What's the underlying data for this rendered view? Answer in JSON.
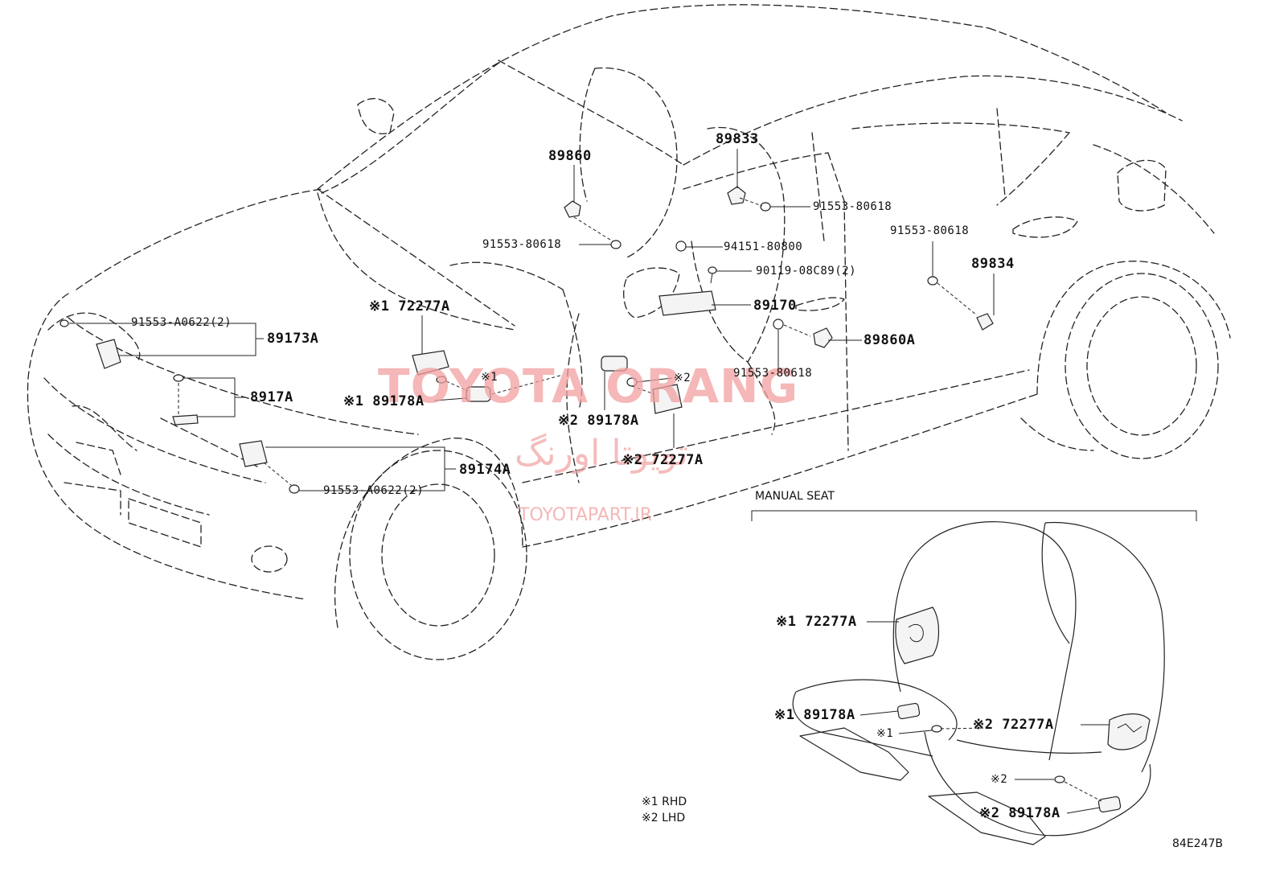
{
  "labels": {
    "p89860": "89860",
    "p89833": "89833",
    "b91553_80618_a": "91553-80618",
    "b91553_80618_b": "91553-80618",
    "b91553_80618_c": "91553-80618",
    "b91553_80618_d": "91553-80618",
    "n94151_80800": "94151-80800",
    "s90119_08C89": "90119-08C89(2)",
    "p89834": "89834",
    "p89170": "89170",
    "p89860A": "89860A",
    "b91553_A0622_a": "91553-A0622(2)",
    "b91553_A0622_b": "91553-A0622(2)",
    "p89173A": "89173A",
    "p8917A": "8917A",
    "p89174A": "89174A",
    "r72277A_1": "※1 72277A",
    "r89178A_1": "※1 89178A",
    "m1": "※1",
    "m2": "※2",
    "r89178A_2": "※2 89178A",
    "r72277A_2": "※2 72277A"
  },
  "seat": {
    "title": "MANUAL SEAT",
    "r72277A_1": "※1 72277A",
    "r89178A_1": "※1 89178A",
    "m1": "※1",
    "r72277A_2": "※2 72277A",
    "m2": "※2",
    "r89178A_2": "※2 89178A"
  },
  "legend": {
    "rhd": "※1 RHD",
    "lhd": "※2 LHD"
  },
  "figure_code": "84E247B",
  "watermark": {
    "brand": "TOYOTA ORANG",
    "persian": "تویوتا اورنگ",
    "site": "TOYOTAPART.IR"
  }
}
